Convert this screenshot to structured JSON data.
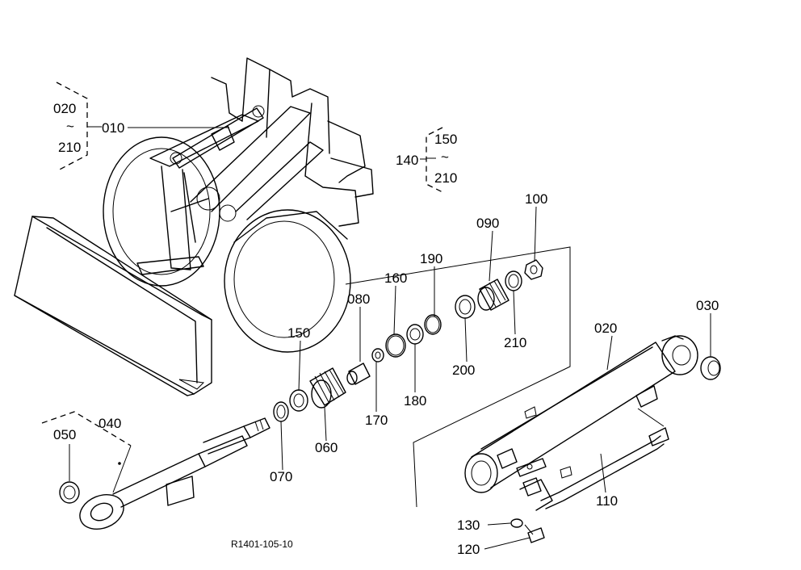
{
  "diagram": {
    "reference_code": "R1401-105-10",
    "ranges": {
      "left_top": "020",
      "left_bottom": "210",
      "right_top": "150",
      "right_bottom": "210",
      "tilde": "~"
    },
    "callouts": {
      "c010": "010",
      "c020": "020",
      "c030": "030",
      "c040": "040",
      "c050": "050",
      "c060": "060",
      "c070": "070",
      "c080": "080",
      "c090": "090",
      "c100": "100",
      "c110": "110",
      "c120": "120",
      "c130": "130",
      "c140": "140",
      "c150": "150",
      "c160": "160",
      "c170": "170",
      "c180": "180",
      "c190": "190",
      "c200": "200",
      "c210": "210"
    }
  }
}
